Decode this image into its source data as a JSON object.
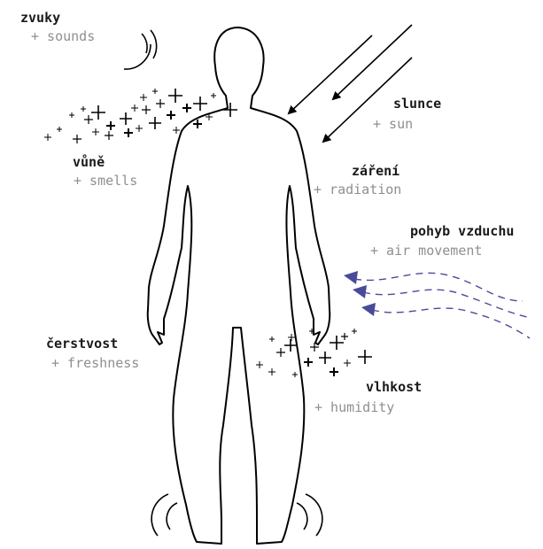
{
  "labels": {
    "sounds": {
      "czech": "zvuky",
      "english": "+ sounds"
    },
    "smells": {
      "czech": "vůně",
      "english": "+ smells"
    },
    "sun": {
      "czech": "slunce",
      "english": "+ sun"
    },
    "radiation": {
      "czech": "záření",
      "english": "+ radiation"
    },
    "air": {
      "czech": "pohyb vzduchu",
      "english": "+ air movement"
    },
    "freshness": {
      "czech": "čerstvost",
      "english": "+ freshness"
    },
    "humidity": {
      "czech": "vlhkost",
      "english": "+ humidity"
    }
  },
  "colors": {
    "line": "#000000",
    "czech_text": "#1a1a1a",
    "english_text": "#8f8f8f",
    "air_flow": "#4a4a9a"
  },
  "icons": {
    "human": "human-figure-outline",
    "sound": "sound-wave-arcs",
    "sun": "sun-ray-arrows",
    "air": "air-flow-dashed-arrows",
    "particles": "plus-sign-particles"
  }
}
